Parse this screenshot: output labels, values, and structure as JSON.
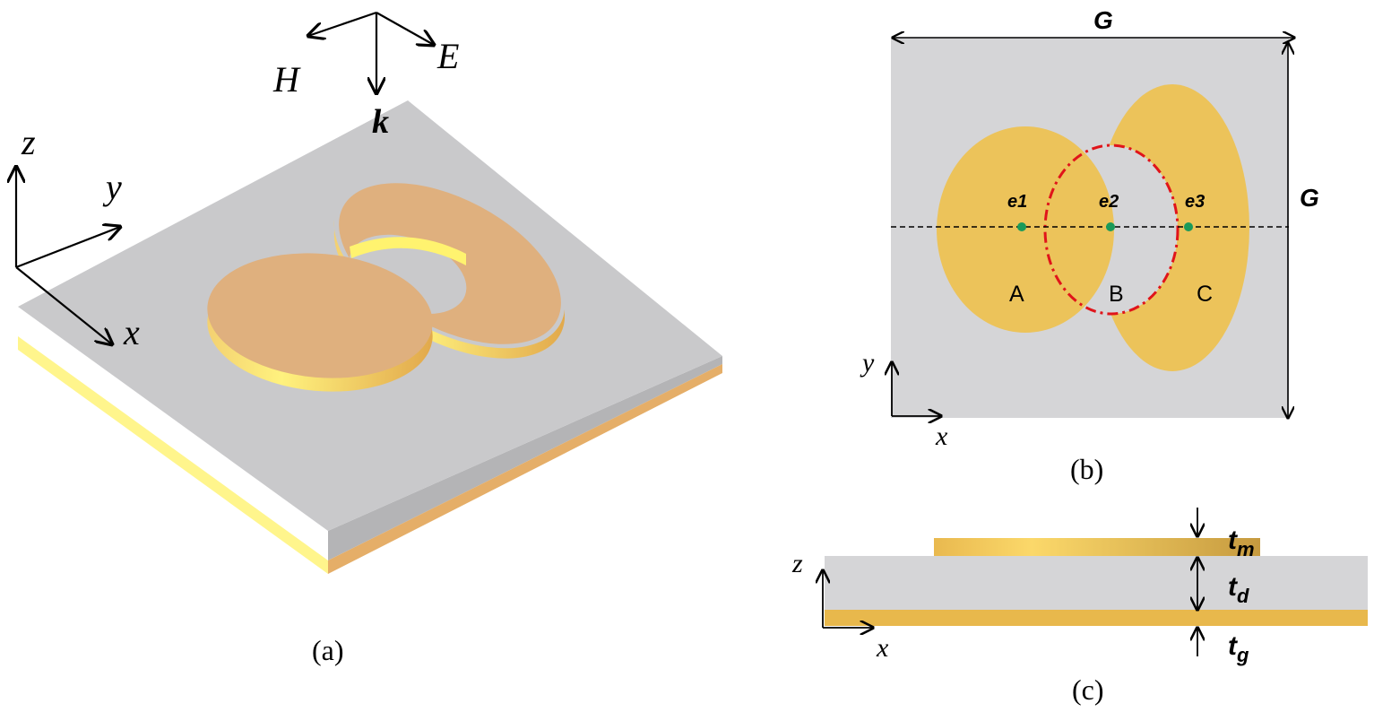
{
  "panel_a": {
    "caption": "(a)",
    "wave": {
      "h_label": "H",
      "e_label": "E",
      "k_label": "k"
    },
    "axes": {
      "z": "z",
      "y": "y",
      "x": "x"
    }
  },
  "panel_b": {
    "caption": "(b)",
    "width_label": "G",
    "height_label": "G",
    "points": [
      "e1",
      "e2",
      "e3"
    ],
    "regions": [
      "A",
      "B",
      "C"
    ],
    "axes": {
      "y": "y",
      "x": "x"
    }
  },
  "panel_c": {
    "caption": "(c)",
    "thickness": {
      "metal": "t",
      "metal_sub": "m",
      "dielectric": "t",
      "dielectric_sub": "d",
      "ground": "t",
      "ground_sub": "g"
    },
    "axes": {
      "z": "z",
      "x": "x"
    }
  },
  "colors": {
    "substrate": "#cdcdcf",
    "substrate_side": "#b3b3b5",
    "gold": "#e0b07e",
    "gold_edge": "#f5dd70",
    "gold_flat": "#ecc35a",
    "dash_red": "#e0141a",
    "point_green": "#1a9a5a"
  }
}
